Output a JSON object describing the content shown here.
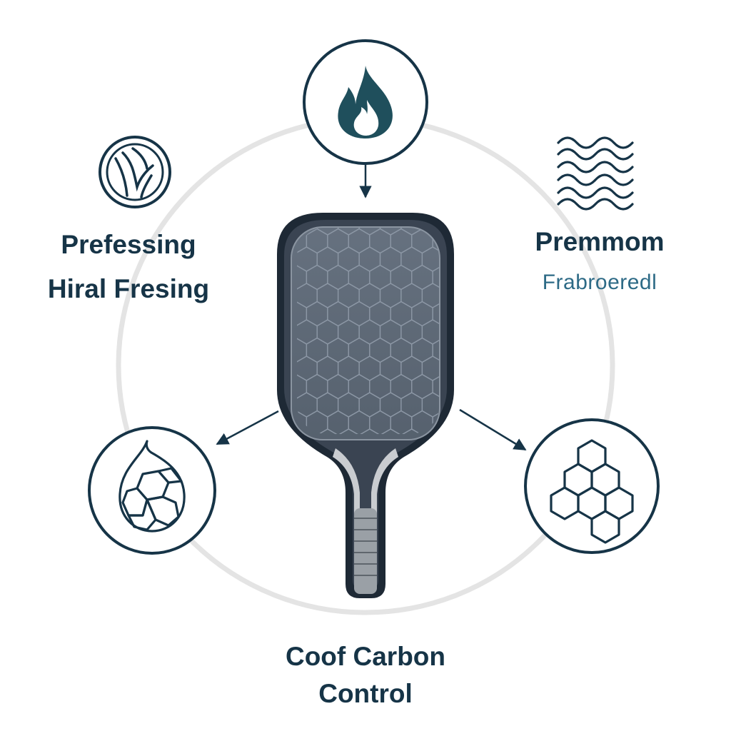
{
  "colors": {
    "navy": "#163447",
    "teal_text": "#2d6a86",
    "flame": "#1f4f5c",
    "ring": "#e6e6e6",
    "paddle_face": "#5e6a78",
    "paddle_edge": "#1e2935"
  },
  "icons": {
    "top": "flame-icon",
    "upper_left": "fiber-emblem-icon",
    "upper_right": "wave-lines-icon",
    "lower_left": "drop-hexagon-icon",
    "lower_right": "honeycomb-icon",
    "center": "pickleball-paddle-icon"
  },
  "labels": {
    "left": {
      "line1": "Prefessing",
      "line2": "Hiral Fresing"
    },
    "right": {
      "title": "Premmom",
      "subtitle": "Frabroeredl"
    },
    "bottom": {
      "line1": "Coof Carbon",
      "line2": "Control"
    }
  }
}
